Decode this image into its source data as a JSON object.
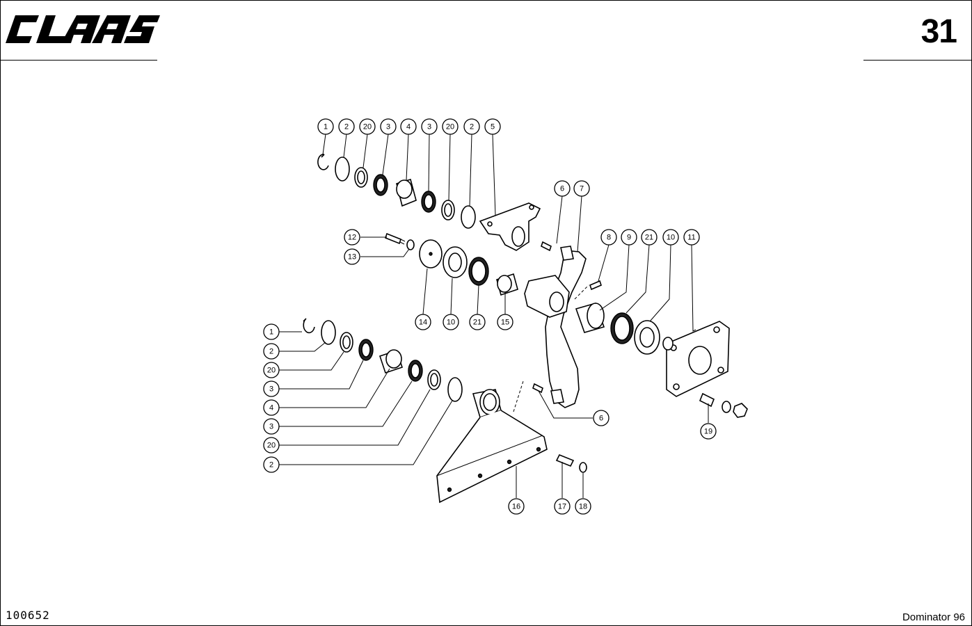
{
  "header": {
    "logo_text": "CLAAS",
    "page_number": "31"
  },
  "footer": {
    "doc_code": "100652",
    "model": "Dominator 96"
  },
  "diagram": {
    "callouts": [
      {
        "id": "c-top-1",
        "label": "1"
      },
      {
        "id": "c-top-2a",
        "label": "2"
      },
      {
        "id": "c-top-20a",
        "label": "20"
      },
      {
        "id": "c-top-3a",
        "label": "3"
      },
      {
        "id": "c-top-4",
        "label": "4"
      },
      {
        "id": "c-top-3b",
        "label": "3"
      },
      {
        "id": "c-top-20b",
        "label": "20"
      },
      {
        "id": "c-top-2b",
        "label": "2"
      },
      {
        "id": "c-top-5",
        "label": "5"
      },
      {
        "id": "c-6a",
        "label": "6"
      },
      {
        "id": "c-7",
        "label": "7"
      },
      {
        "id": "c-8",
        "label": "8"
      },
      {
        "id": "c-9",
        "label": "9"
      },
      {
        "id": "c-21a",
        "label": "21"
      },
      {
        "id": "c-10a",
        "label": "10"
      },
      {
        "id": "c-11",
        "label": "11"
      },
      {
        "id": "c-12",
        "label": "12"
      },
      {
        "id": "c-13",
        "label": "13"
      },
      {
        "id": "c-14",
        "label": "14"
      },
      {
        "id": "c-10b",
        "label": "10"
      },
      {
        "id": "c-21b",
        "label": "21"
      },
      {
        "id": "c-15",
        "label": "15"
      },
      {
        "id": "c-left-1",
        "label": "1"
      },
      {
        "id": "c-left-2a",
        "label": "2"
      },
      {
        "id": "c-left-20a",
        "label": "20"
      },
      {
        "id": "c-left-3a",
        "label": "3"
      },
      {
        "id": "c-left-4",
        "label": "4"
      },
      {
        "id": "c-left-3b",
        "label": "3"
      },
      {
        "id": "c-left-20b",
        "label": "20"
      },
      {
        "id": "c-left-2b",
        "label": "2"
      },
      {
        "id": "c-6b",
        "label": "6"
      },
      {
        "id": "c-19",
        "label": "19"
      },
      {
        "id": "c-16",
        "label": "16"
      },
      {
        "id": "c-17",
        "label": "17"
      },
      {
        "id": "c-18",
        "label": "18"
      }
    ]
  }
}
